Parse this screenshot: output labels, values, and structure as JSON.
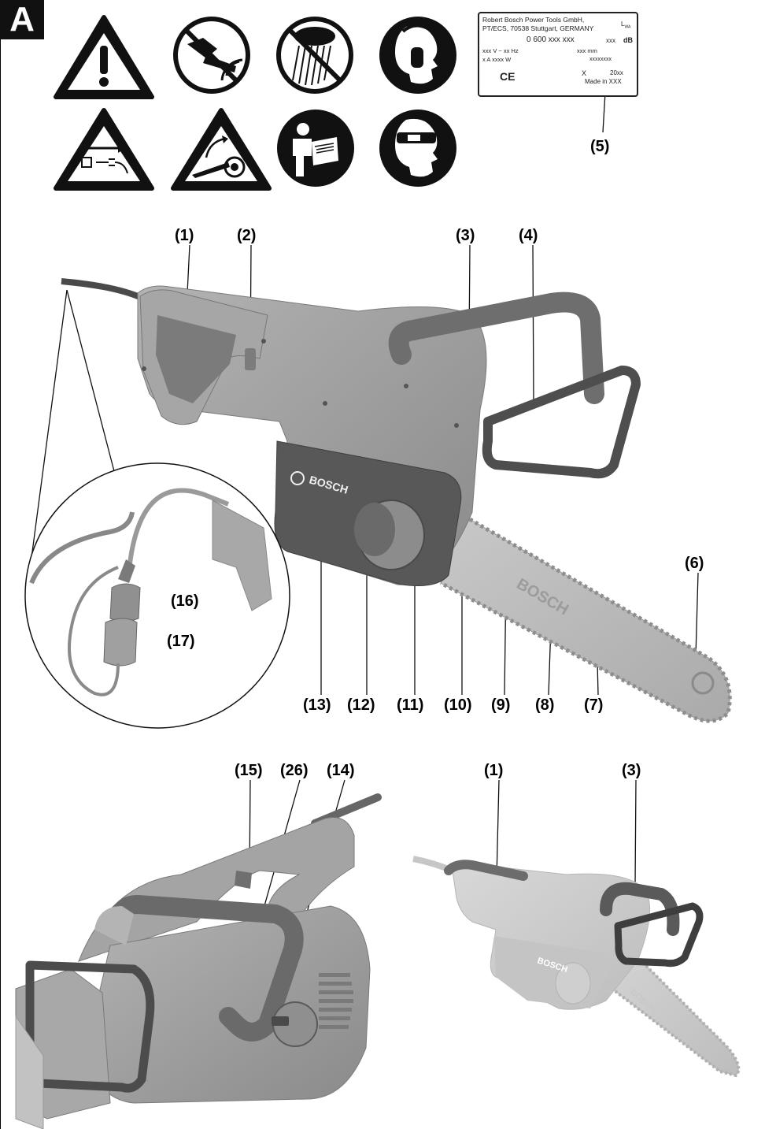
{
  "section_label": "A",
  "rating_plate": {
    "manufacturer_line1": "Robert Bosch Power Tools GmbH,",
    "manufacturer_line2": "PT/ECS, 70538 Stuttgart, GERMANY",
    "article_number": "0 600 xxx xxx",
    "voltage": "xxx V ~ xx Hz",
    "current_power": "x A xxxx W",
    "bar_length": "xxx mm",
    "serial": "xxxxxxxx",
    "ce_mark": "CE",
    "x_mark": "X",
    "year": "20xx",
    "made_in": "Made in XXX",
    "sound_label": "L",
    "sound_sub": "WA",
    "sound_value": "xxx",
    "sound_unit": "dB"
  },
  "callouts": {
    "c1_main": "(1)",
    "c2": "(2)",
    "c3_main": "(3)",
    "c4": "(4)",
    "c5": "(5)",
    "c6": "(6)",
    "c7": "(7)",
    "c8": "(8)",
    "c9": "(9)",
    "c10": "(10)",
    "c11": "(11)",
    "c12": "(12)",
    "c13": "(13)",
    "c14": "(14)",
    "c15": "(15)",
    "c16": "(16)",
    "c17": "(17)",
    "c26": "(26)",
    "c1_small": "(1)",
    "c3_small": "(3)"
  },
  "brand_marks": {
    "housing": "BOSCH",
    "bar": "BOSCH",
    "small_housing": "BOSCH",
    "small_bar": "BOSCH"
  },
  "colors": {
    "housing": "#9a9a9a",
    "grip_dark": "#6e6e6e",
    "cover": "#555555",
    "bar": "#b8b8b8",
    "icon_dark": "#1a1a1a"
  },
  "warning_symbols": [
    "general-warning-icon",
    "chainsaw-handling-icon",
    "no-rain-icon",
    "ear-protection-icon",
    "unplug-when-damaged-icon",
    "kickback-warning-icon",
    "read-manual-icon",
    "eye-protection-icon"
  ]
}
